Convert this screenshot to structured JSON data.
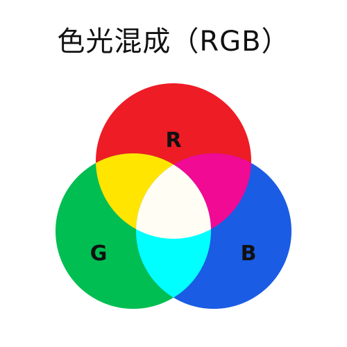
{
  "title": "色光混成（RGB）",
  "circles": [
    {
      "label": "R",
      "name": "red",
      "color": "#EE1C25"
    },
    {
      "label": "G",
      "name": "green",
      "color": "#00BE52"
    },
    {
      "label": "B",
      "name": "blue",
      "color": "#1A5CE4"
    }
  ],
  "overlaps": {
    "red_green": "#FFE500",
    "red_blue": "#F00A94",
    "green_blue": "#00FFFF",
    "all_three": "#FFFDF4"
  }
}
